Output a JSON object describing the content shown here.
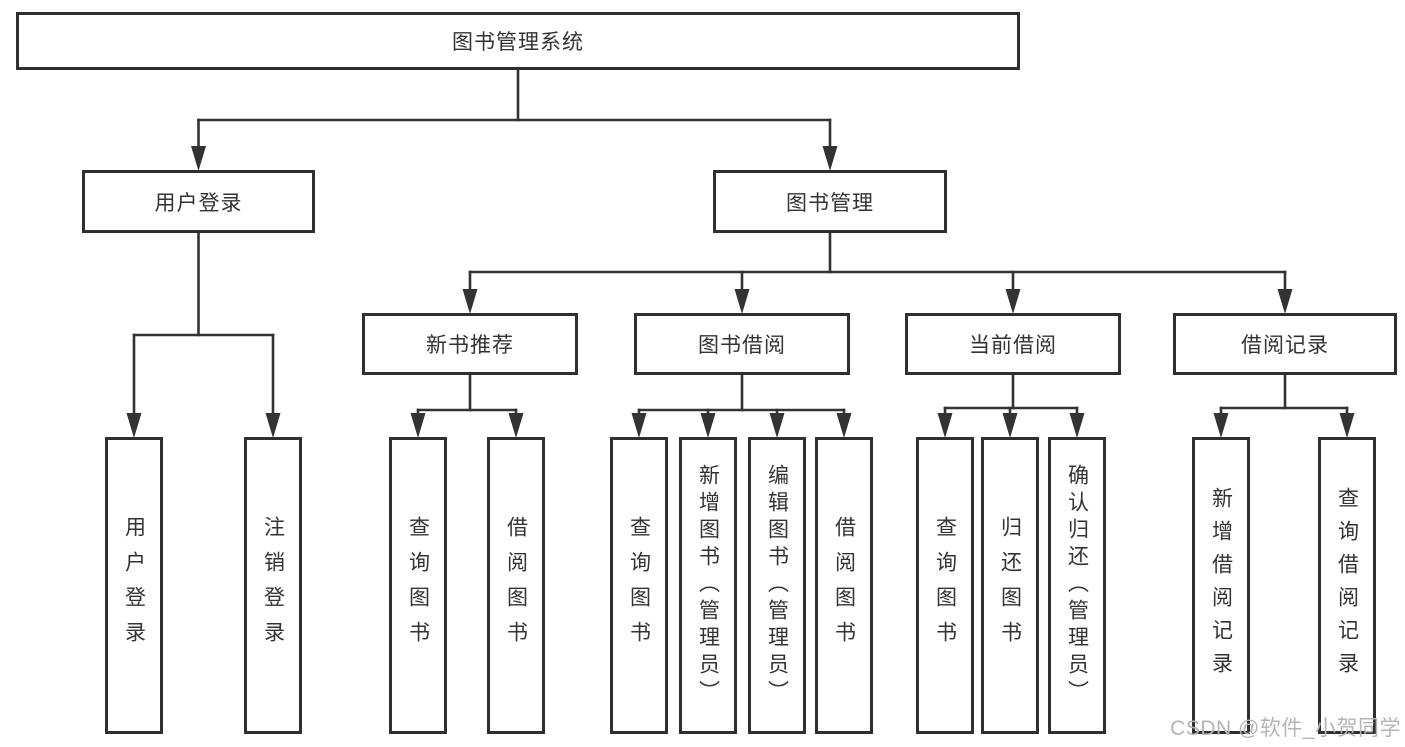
{
  "diagram": {
    "title": "图书管理系统",
    "watermark": "CSDN @软件_小贺同学",
    "colors": {
      "background": "#ffffff",
      "line": "#333333",
      "box_border": "#2f2f2f",
      "text": "#333333",
      "watermark": "#b5b5b5"
    },
    "nodes": {
      "library-system": {
        "label": "图书管理系统"
      },
      "user-login-module": {
        "label": "用户登录"
      },
      "book-management": {
        "label": "图书管理"
      },
      "user-login-action": {
        "label": "用户登录"
      },
      "logout-action": {
        "label": "注销登录"
      },
      "new-book-recommend": {
        "label": "新书推荐"
      },
      "book-borrowing": {
        "label": "图书借阅"
      },
      "current-borrowing": {
        "label": "当前借阅"
      },
      "borrowing-records": {
        "label": "借阅记录"
      },
      "recommend-query-books": {
        "label": "查询图书"
      },
      "recommend-borrow-books": {
        "label": "借阅图书"
      },
      "borrowing-query-books": {
        "label": "查询图书"
      },
      "add-books-admin": {
        "label": "新增图书（管理员）"
      },
      "edit-books-admin": {
        "label": "编辑图书（管理员）"
      },
      "borrowing-borrow-books": {
        "label": "借阅图书"
      },
      "current-query-books": {
        "label": "查询图书"
      },
      "return-books": {
        "label": "归还图书"
      },
      "confirm-return-admin": {
        "label": "确认归还（管理员）"
      },
      "add-borrow-record": {
        "label": "新增借阅记录"
      },
      "query-borrow-record": {
        "label": "查询借阅记录"
      }
    },
    "tree": {
      "label": "图书管理系统",
      "children": [
        {
          "label": "用户登录",
          "children": [
            {
              "label": "用户登录"
            },
            {
              "label": "注销登录"
            }
          ]
        },
        {
          "label": "图书管理",
          "children": [
            {
              "label": "新书推荐",
              "children": [
                {
                  "label": "查询图书"
                },
                {
                  "label": "借阅图书"
                }
              ]
            },
            {
              "label": "图书借阅",
              "children": [
                {
                  "label": "查询图书"
                },
                {
                  "label": "新增图书（管理员）"
                },
                {
                  "label": "编辑图书（管理员）"
                },
                {
                  "label": "借阅图书"
                }
              ]
            },
            {
              "label": "当前借阅",
              "children": [
                {
                  "label": "查询图书"
                },
                {
                  "label": "归还图书"
                },
                {
                  "label": "确认归还（管理员）"
                }
              ]
            },
            {
              "label": "借阅记录",
              "children": [
                {
                  "label": "新增借阅记录"
                },
                {
                  "label": "查询借阅记录"
                }
              ]
            }
          ]
        }
      ]
    }
  }
}
